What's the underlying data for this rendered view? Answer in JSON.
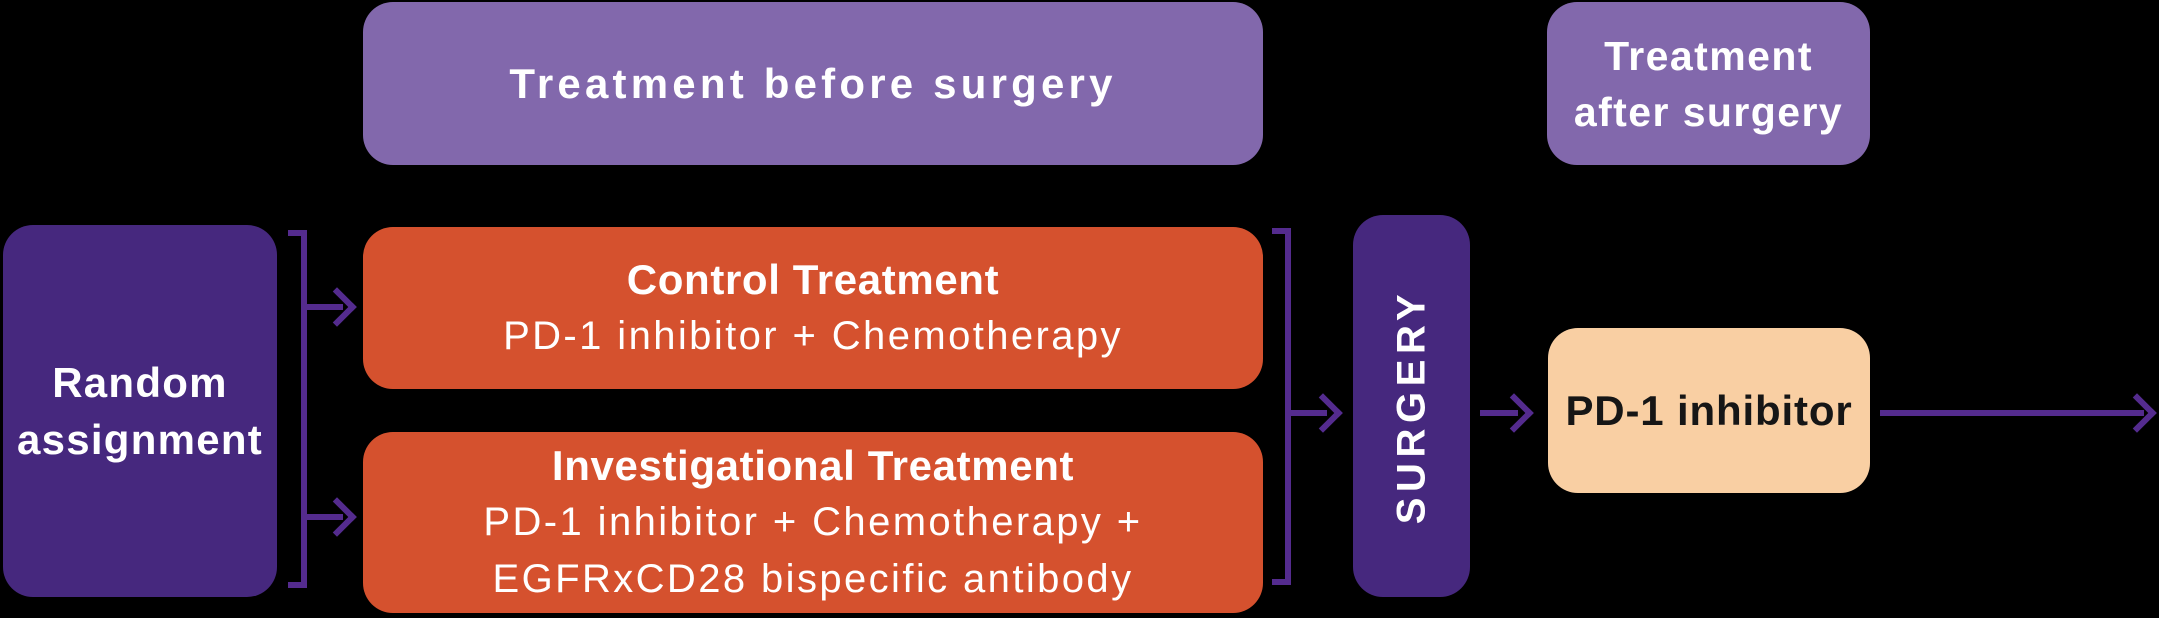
{
  "canvas": {
    "background": "#000000"
  },
  "colors": {
    "dark_purple": "#46287E",
    "light_purple": "#8268AC",
    "orange": "#D5512E",
    "peach": "#F9CFA3",
    "arrow_purple": "#542B8E",
    "text_light": "#FFFFFF",
    "text_dark": "#161616"
  },
  "headers": {
    "before_surgery": {
      "label": "Treatment before surgery"
    },
    "after_surgery": {
      "line1": "Treatment",
      "line2": "after surgery"
    }
  },
  "nodes": {
    "random": {
      "line1": "Random",
      "line2": "assignment"
    },
    "control": {
      "title": "Control Treatment",
      "subtitle": "PD-1 inhibitor + Chemotherapy"
    },
    "investigational": {
      "title": "Investigational Treatment",
      "subtitle_line1": "PD-1 inhibitor + Chemotherapy +",
      "subtitle_line2": "EGFRxCD28 bispecific antibody"
    },
    "surgery": {
      "label": "SURGERY"
    },
    "post_surgery_treatment": {
      "label": "PD-1 inhibitor"
    }
  }
}
